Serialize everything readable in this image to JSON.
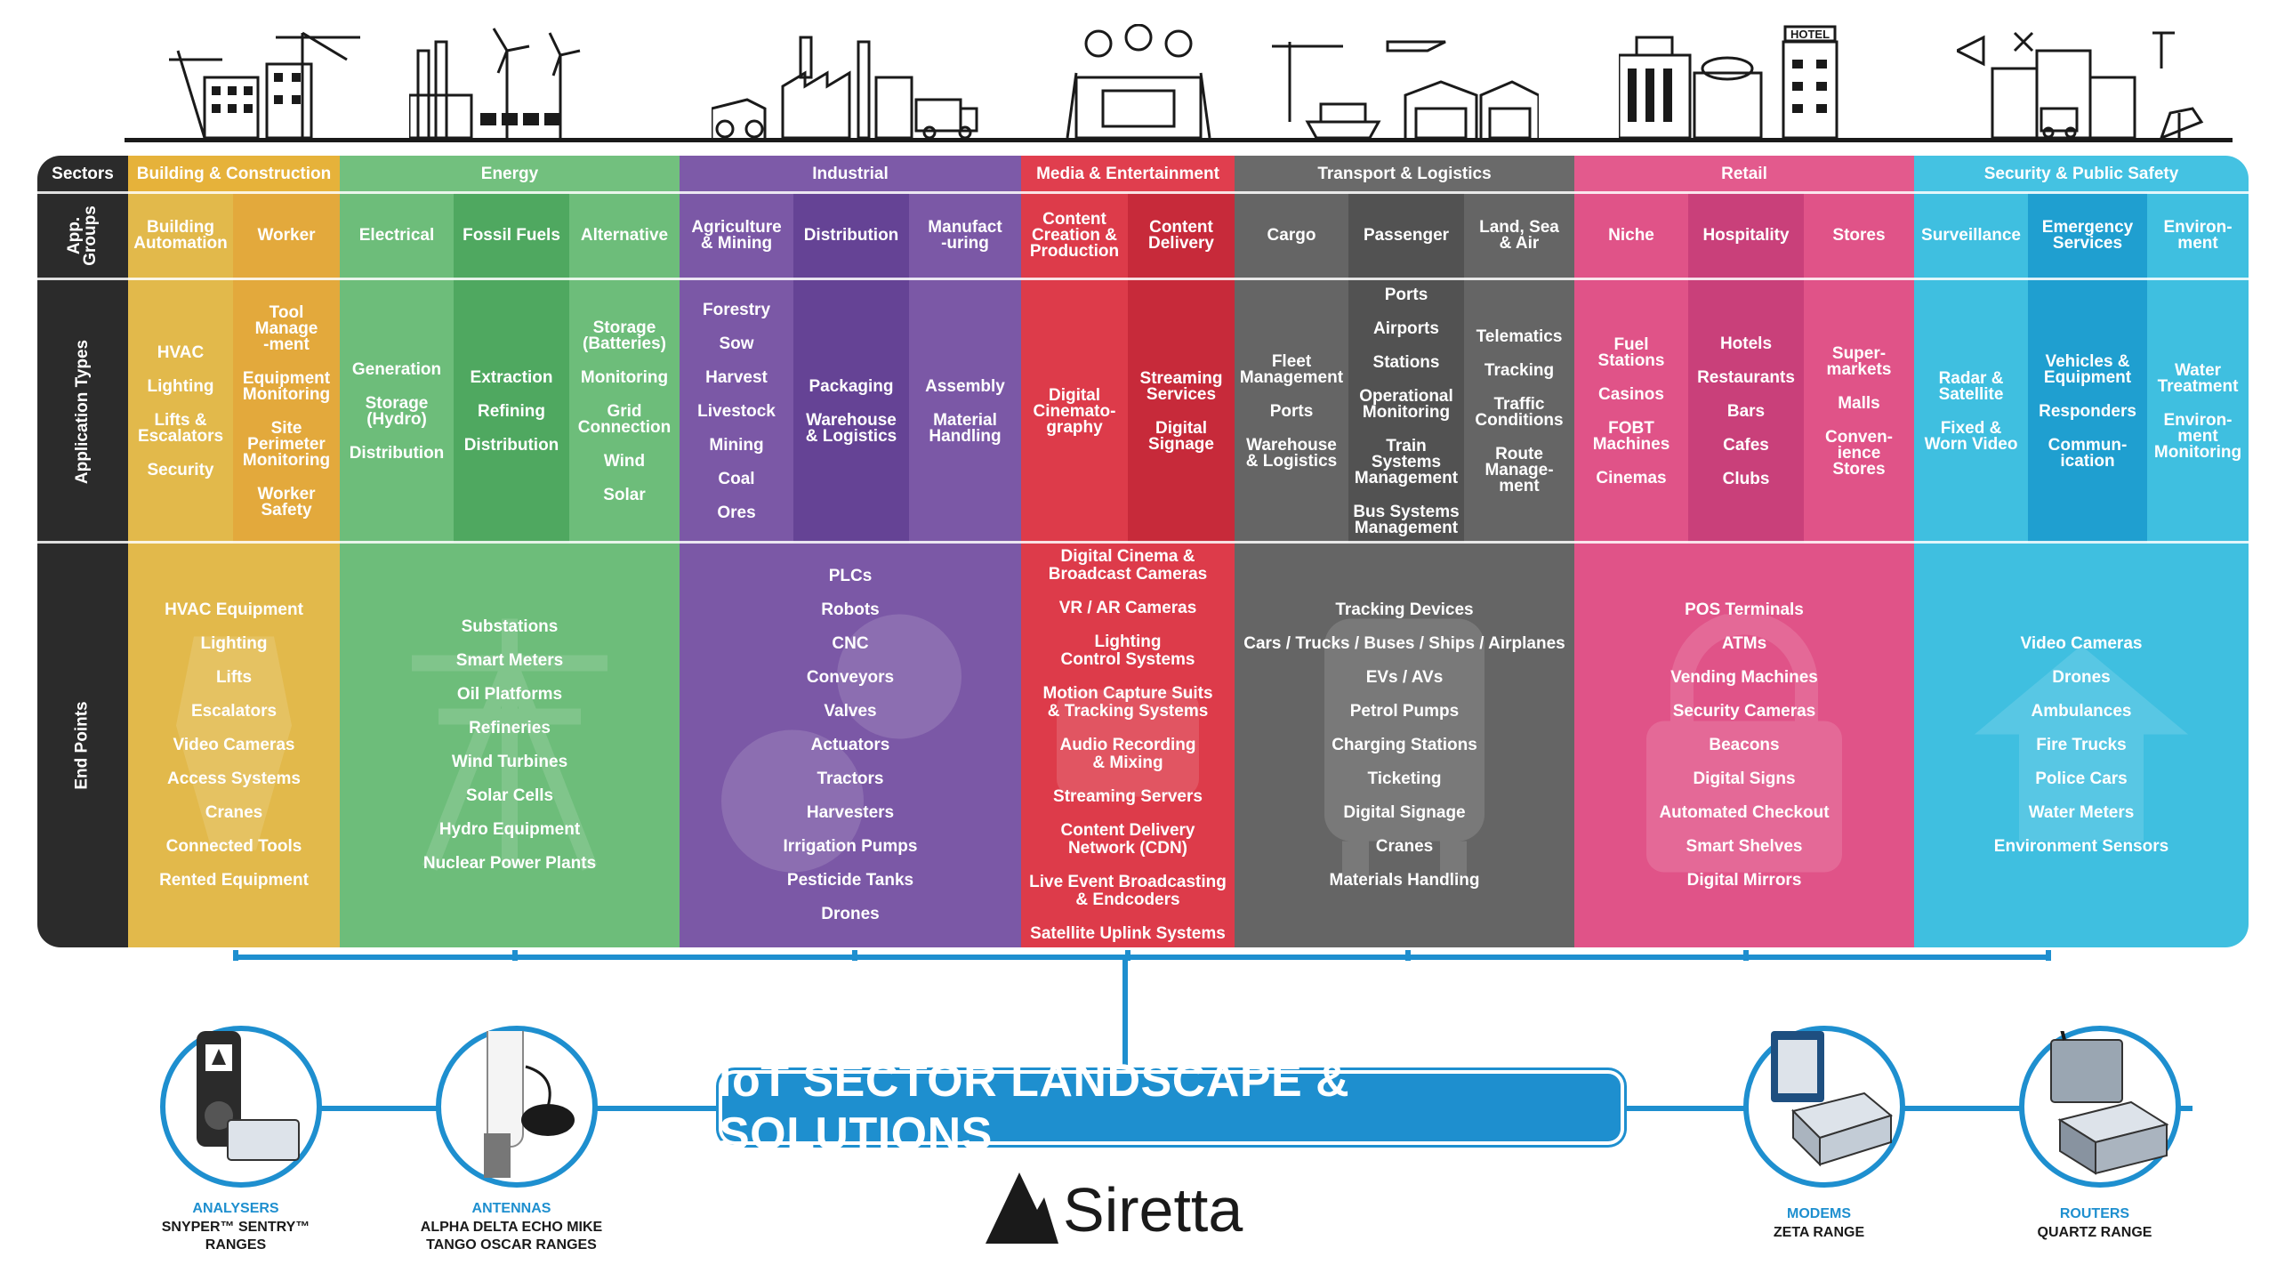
{
  "legend": {
    "sectors": "Sectors",
    "app_groups": "App.\nGroups",
    "app_types": "Application Types",
    "end_points": "End Points"
  },
  "sectors": [
    {
      "name": "Building & Construction",
      "color": "#e2b94b",
      "head_color": "#e6b23a",
      "groups": [
        {
          "label": "Building\nAutomation",
          "color": "#e2b94b",
          "apps": [
            "HVAC",
            "Lighting",
            "Lifts &\nEscalators",
            "Security"
          ]
        },
        {
          "label": "Worker",
          "color": "#e3a93c",
          "apps": [
            "Tool\nManage\n-ment",
            "Equipment\nMonitoring",
            "Site\nPerimeter\nMonitoring",
            "Worker\nSafety"
          ]
        }
      ],
      "endpoints": [
        "HVAC Equipment",
        "Lighting",
        "Lifts",
        "Escalators",
        "Video Cameras",
        "Access Systems",
        "Cranes",
        "Connected Tools",
        "Rented Equipment"
      ]
    },
    {
      "name": "Energy",
      "color": "#6dbd7a",
      "head_color": "#72c07e",
      "groups": [
        {
          "label": "Electrical",
          "color": "#6dbd7a",
          "apps": [
            "Generation",
            "Storage\n(Hydro)",
            "Distribution"
          ]
        },
        {
          "label": "Fossil Fuels",
          "color": "#4fa860",
          "apps": [
            "Extraction",
            "Refining",
            "Distribution"
          ]
        },
        {
          "label": "Alternative",
          "color": "#6dbd7a",
          "apps": [
            "Storage\n(Batteries)",
            "Monitoring",
            "Grid\nConnection",
            "Wind",
            "Solar"
          ]
        }
      ],
      "endpoints": [
        "Substations",
        "Smart Meters",
        "Oil Platforms",
        "Refineries",
        "Wind Turbines",
        "Solar Cells",
        "Hydro Equipment",
        "Nuclear Power Plants"
      ]
    },
    {
      "name": "Industrial",
      "color": "#7b58a6",
      "head_color": "#7d5aa8",
      "groups": [
        {
          "label": "Agriculture\n& Mining",
          "color": "#7b58a6",
          "apps": [
            "Forestry",
            "Sow",
            "Harvest",
            "Livestock",
            "Mining",
            "Coal",
            "Ores"
          ]
        },
        {
          "label": "Distribution",
          "color": "#654395",
          "apps": [
            "Packaging",
            "Warehouse\n& Logistics"
          ]
        },
        {
          "label": "Manufact\n-uring",
          "color": "#7b58a6",
          "apps": [
            "Assembly",
            "Material\nHandling"
          ]
        }
      ],
      "endpoints": [
        "PLCs",
        "Robots",
        "CNC",
        "Conveyors",
        "Valves",
        "Actuators",
        "Tractors",
        "Harvesters",
        "Irrigation Pumps",
        "Pesticide Tanks",
        "Drones"
      ]
    },
    {
      "name": "Media & Entertainment",
      "color": "#dd3b4a",
      "head_color": "#e03e4e",
      "groups": [
        {
          "label": "Content\nCreation &\nProduction",
          "color": "#dd3b4a",
          "apps": [
            "Digital\nCinemato-\ngraphy"
          ]
        },
        {
          "label": "Content\nDelivery",
          "color": "#c72a3a",
          "apps": [
            "Streaming\nServices",
            "Digital\nSignage"
          ]
        }
      ],
      "endpoints": [
        "Digital Cinema &\nBroadcast Cameras",
        "VR / AR Cameras",
        "Lighting\nControl Systems",
        "Motion Capture Suits\n& Tracking Systems",
        "Audio Recording\n& Mixing",
        "Streaming Servers",
        "Content Delivery\nNetwork (CDN)",
        "Live Event Broadcasting\n& Endcoders",
        "Satellite Uplink Systems"
      ]
    },
    {
      "name": "Transport & Logistics",
      "color": "#656565",
      "head_color": "#6a6a6a",
      "groups": [
        {
          "label": "Cargo",
          "color": "#656565",
          "apps": [
            "Fleet\nManagement",
            "Ports",
            "Warehouse\n& Logistics"
          ]
        },
        {
          "label": "Passenger",
          "color": "#525252",
          "apps": [
            "Ports",
            "Airports",
            "Stations",
            "Operational\nMonitoring",
            "Train Systems\nManagement",
            "Bus Systems\nManagement"
          ]
        },
        {
          "label": "Land, Sea\n& Air",
          "color": "#656565",
          "apps": [
            "Telematics",
            "Tracking",
            "Traffic\nConditions",
            "Route\nManage-\nment"
          ]
        }
      ],
      "endpoints": [
        "Tracking Devices",
        "Cars / Trucks / Buses / Ships / Airplanes",
        "EVs / AVs",
        "Petrol Pumps",
        "Charging Stations",
        "Ticketing",
        "Digital Signage",
        "Cranes",
        "Materials Handling"
      ]
    },
    {
      "name": "Retail",
      "color": "#e05388",
      "head_color": "#e35a8d",
      "groups": [
        {
          "label": "Niche",
          "color": "#e05388",
          "apps": [
            "Fuel\nStations",
            "Casinos",
            "FOBT\nMachines",
            "Cinemas"
          ]
        },
        {
          "label": "Hospitality",
          "color": "#c9407a",
          "apps": [
            "Hotels",
            "Restaurants",
            "Bars",
            "Cafes",
            "Clubs"
          ]
        },
        {
          "label": "Stores",
          "color": "#e05388",
          "apps": [
            "Super-\nmarkets",
            "Malls",
            "Conven-\nience\nStores"
          ]
        }
      ],
      "endpoints": [
        "POS Terminals",
        "ATMs",
        "Vending Machines",
        "Security Cameras",
        "Beacons",
        "Digital Signs",
        "Automated Checkout",
        "Smart Shelves",
        "Digital Mirrors"
      ]
    },
    {
      "name": "Security & Public Safety",
      "color": "#3fbfe0",
      "head_color": "#44c2e2",
      "groups": [
        {
          "label": "Surveillance",
          "color": "#3fbfe0",
          "apps": [
            "Radar &\nSatellite",
            "Fixed &\nWorn Video"
          ]
        },
        {
          "label": "Emergency\nServices",
          "color": "#1f9fd0",
          "apps": [
            "Vehicles &\nEquipment",
            "Responders",
            "Commun-\nication"
          ]
        },
        {
          "label": "Environ-\nment",
          "color": "#3fbfe0",
          "apps": [
            "Water\nTreatment",
            "Environ-\nment\nMonitoring"
          ]
        }
      ],
      "endpoints": [
        "Video Cameras",
        "Drones",
        "Ambulances",
        "Fire Trucks",
        "Police Cars",
        "Water Meters",
        "Environment Sensors"
      ]
    }
  ],
  "banner": "IoT SECTOR LANDSCAPE & SOLUTIONS",
  "brand": "Siretta",
  "products": [
    {
      "title": "ANALYSERS",
      "sub": "SNYPER™ SENTRY™\nRANGES"
    },
    {
      "title": "ANTENNAS",
      "sub": "ALPHA  DELTA  ECHO  MIKE\nTANGO  OSCAR  RANGES"
    },
    {
      "title": "MODEMS",
      "sub": "ZETA RANGE"
    },
    {
      "title": "ROUTERS",
      "sub": "QUARTZ RANGE"
    }
  ],
  "icon_labels": {
    "hotel": "HOTEL"
  },
  "accent": "#1e8fcf"
}
